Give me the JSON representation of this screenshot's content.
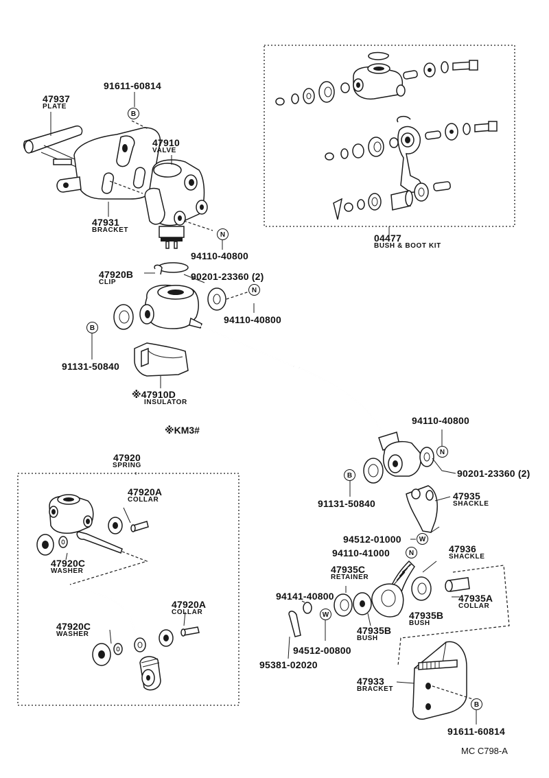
{
  "labels": {
    "l47937": {
      "pn": "47937",
      "name": "PLATE"
    },
    "l91611_top": {
      "pn": "91611-60814"
    },
    "l47910": {
      "pn": "47910",
      "name": "VALVE"
    },
    "l47931": {
      "pn": "47931",
      "name": "BRACKET"
    },
    "l04477": {
      "pn": "04477",
      "name": "BUSH & BOOT KIT"
    },
    "l94110_a": {
      "pn": "94110-40800"
    },
    "l47920B": {
      "pn": "47920B",
      "name": "CLIP"
    },
    "l90201_a": {
      "pn": "90201-23360 (2)"
    },
    "l94110_b": {
      "pn": "94110-40800"
    },
    "l91131_a": {
      "pn": "91131-50840"
    },
    "l47910D": {
      "pn": "※47910D",
      "name": "INSULATOR"
    },
    "km3": {
      "text": "※KM3#"
    },
    "l47920": {
      "pn": "47920",
      "name": "SPRING"
    },
    "l47920A_1": {
      "pn": "47920A",
      "name": "COLLAR"
    },
    "l47920C_1": {
      "pn": "47920C",
      "name": "WASHER"
    },
    "l47920A_2": {
      "pn": "47920A",
      "name": "COLLAR"
    },
    "l47920C_2": {
      "pn": "47920C",
      "name": "WASHER"
    },
    "l94110_c": {
      "pn": "94110-40800"
    },
    "l90201_b": {
      "pn": "90201-23360 (2)"
    },
    "l91131_b": {
      "pn": "91131-50840"
    },
    "l47935": {
      "pn": "47935",
      "name": "SHACKLE"
    },
    "l94512_a": {
      "pn": "94512-01000"
    },
    "l94110_d": {
      "pn": "94110-41000"
    },
    "l47936": {
      "pn": "47936",
      "name": "SHACKLE"
    },
    "l47935C": {
      "pn": "47935C",
      "name": "RETAINER"
    },
    "l94141": {
      "pn": "94141-40800"
    },
    "l47935B_1": {
      "pn": "47935B",
      "name": "BUSH"
    },
    "l47935A": {
      "pn": "47935A",
      "name": "COLLAR"
    },
    "l94512_b": {
      "pn": "94512-00800"
    },
    "l47935B_2": {
      "pn": "47935B",
      "name": "BUSH"
    },
    "l95381": {
      "pn": "95381-02020"
    },
    "l47933": {
      "pn": "47933",
      "name": "BRACKET"
    },
    "l91611_bot": {
      "pn": "91611-60814"
    },
    "ref": {
      "text": "MC  C798-A"
    }
  },
  "symbols": {
    "bolt": "B",
    "nut": "N",
    "washer": "W"
  }
}
